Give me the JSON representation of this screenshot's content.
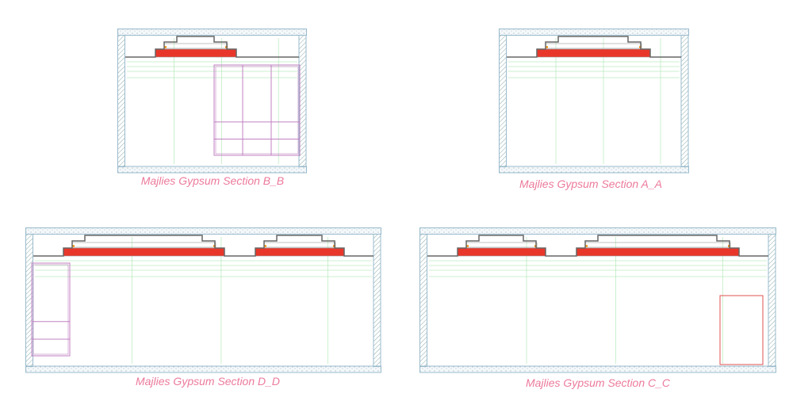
{
  "sections": [
    {
      "id": "B_B",
      "title": "Majlies Gypsum Section B_B"
    },
    {
      "id": "A_A",
      "title": "Majlies Gypsum Section A_A"
    },
    {
      "id": "D_D",
      "title": "Majlies Gypsum Section D_D"
    },
    {
      "id": "C_C",
      "title": "Majlies Gypsum Section C_C"
    }
  ],
  "colors": {
    "title": "#ec7a9c",
    "gypsum_band": "#e8372a",
    "dimension": "#9be0a0",
    "furniture": "#c080c0",
    "door": "#e05050"
  }
}
